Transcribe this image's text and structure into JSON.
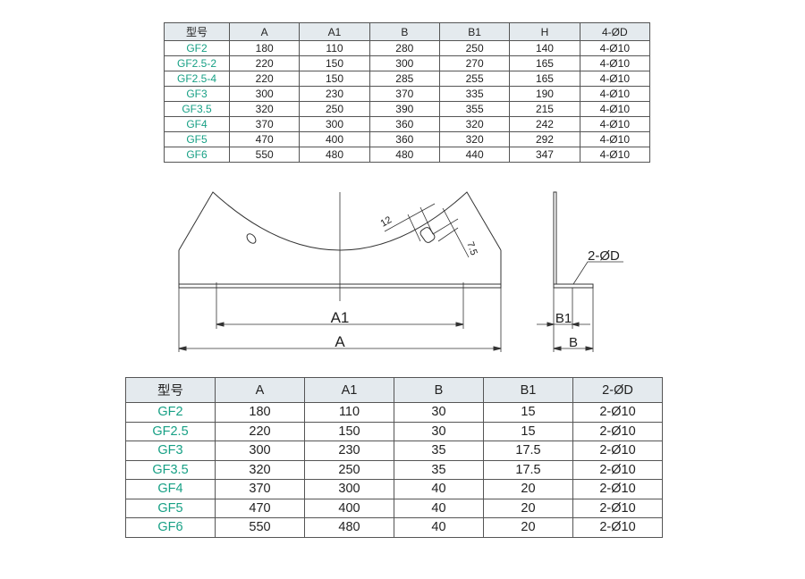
{
  "table1": {
    "headers": [
      "型号",
      "A",
      "A1",
      "B",
      "B1",
      "H",
      "4-ØD"
    ],
    "rows": [
      [
        "GF2",
        "180",
        "110",
        "280",
        "250",
        "140",
        "4-Ø10"
      ],
      [
        "GF2.5-2",
        "220",
        "150",
        "300",
        "270",
        "165",
        "4-Ø10"
      ],
      [
        "GF2.5-4",
        "220",
        "150",
        "285",
        "255",
        "165",
        "4-Ø10"
      ],
      [
        "GF3",
        "300",
        "230",
        "370",
        "335",
        "190",
        "4-Ø10"
      ],
      [
        "GF3.5",
        "320",
        "250",
        "390",
        "355",
        "215",
        "4-Ø10"
      ],
      [
        "GF4",
        "370",
        "300",
        "360",
        "320",
        "242",
        "4-Ø10"
      ],
      [
        "GF5",
        "470",
        "400",
        "360",
        "320",
        "292",
        "4-Ø10"
      ],
      [
        "GF6",
        "550",
        "480",
        "480",
        "440",
        "347",
        "4-Ø10"
      ]
    ]
  },
  "drawing": {
    "dim_a1": "A1",
    "dim_a": "A",
    "dim_12": "12",
    "dim_7_5": "7.5",
    "dim_b1": "B1",
    "dim_b": "B",
    "hole_label": "2-ØD"
  },
  "table2": {
    "headers": [
      "型号",
      "A",
      "A1",
      "B",
      "B1",
      "2-ØD"
    ],
    "rows": [
      [
        "GF2",
        "180",
        "110",
        "30",
        "15",
        "2-Ø10"
      ],
      [
        "GF2.5",
        "220",
        "150",
        "30",
        "15",
        "2-Ø10"
      ],
      [
        "GF3",
        "300",
        "230",
        "35",
        "17.5",
        "2-Ø10"
      ],
      [
        "GF3.5",
        "320",
        "250",
        "35",
        "17.5",
        "2-Ø10"
      ],
      [
        "GF4",
        "370",
        "300",
        "40",
        "20",
        "2-Ø10"
      ],
      [
        "GF5",
        "470",
        "400",
        "40",
        "20",
        "2-Ø10"
      ],
      [
        "GF6",
        "550",
        "480",
        "40",
        "20",
        "2-Ø10"
      ]
    ]
  }
}
